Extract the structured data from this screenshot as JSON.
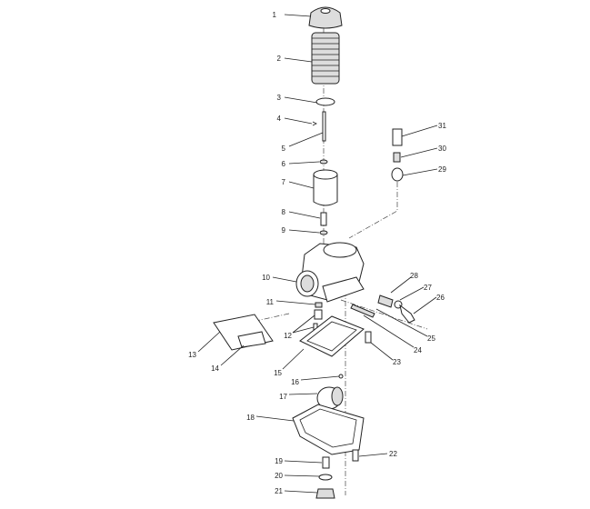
{
  "diagram": {
    "type": "exploded parts diagram",
    "labels": [
      "1",
      "2",
      "3",
      "4",
      "5",
      "6",
      "7",
      "8",
      "9",
      "10",
      "11",
      "12",
      "13",
      "14",
      "15",
      "16",
      "17",
      "18",
      "19",
      "20",
      "21",
      "22",
      "23",
      "24",
      "25",
      "26",
      "27",
      "28",
      "29",
      "30",
      "31"
    ]
  }
}
